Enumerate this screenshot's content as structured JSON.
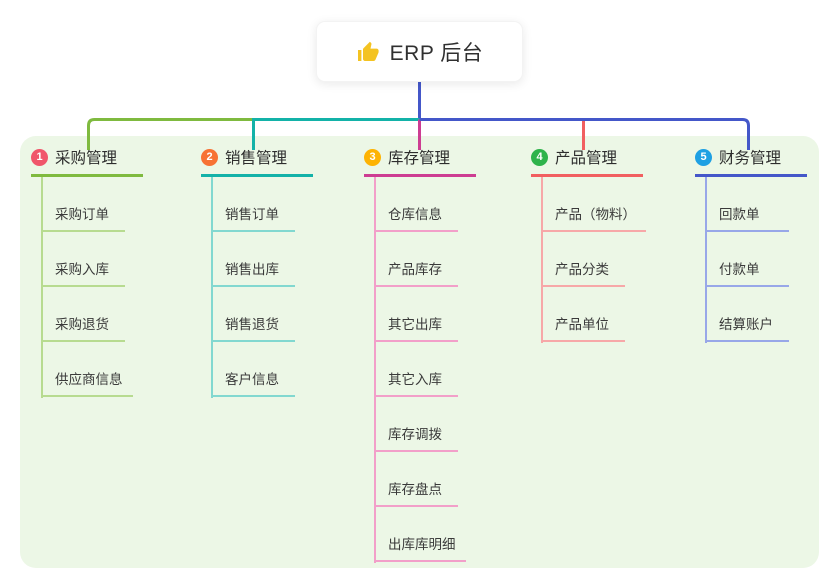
{
  "root": {
    "title": "ERP 后台",
    "icon": "thumbs-up-icon",
    "icon_color": "#f4c321"
  },
  "colors": {
    "page_bg": "#ffffff",
    "canvas_bg": "#ecf7e6"
  },
  "branches": [
    {
      "num": "1",
      "title": "采购管理",
      "badge_color": "#f0566b",
      "line_color": "#7fba3f",
      "child_color": "#b7db90",
      "children": [
        "采购订单",
        "采购入库",
        "采购退货",
        "供应商信息"
      ]
    },
    {
      "num": "2",
      "title": "销售管理",
      "badge_color": "#f77234",
      "line_color": "#13b2a8",
      "child_color": "#82d8d0",
      "children": [
        "销售订单",
        "销售出库",
        "销售退货",
        "客户信息"
      ]
    },
    {
      "num": "3",
      "title": "库存管理",
      "badge_color": "#fdb303",
      "line_color": "#cd3d92",
      "child_color": "#f29fc9",
      "children": [
        "仓库信息",
        "产品库存",
        "其它出库",
        "其它入库",
        "库存调拨",
        "库存盘点",
        "出库库明细"
      ]
    },
    {
      "num": "4",
      "title": "产品管理",
      "badge_color": "#2eb34b",
      "line_color": "#f15f60",
      "child_color": "#f7a8a8",
      "children": [
        "产品（物料）",
        "产品分类",
        "产品单位"
      ]
    },
    {
      "num": "5",
      "title": "财务管理",
      "badge_color": "#1ea0e3",
      "line_color": "#4457c9",
      "child_color": "#98a7e8",
      "children": [
        "回款单",
        "付款单",
        "结算账户"
      ]
    }
  ]
}
